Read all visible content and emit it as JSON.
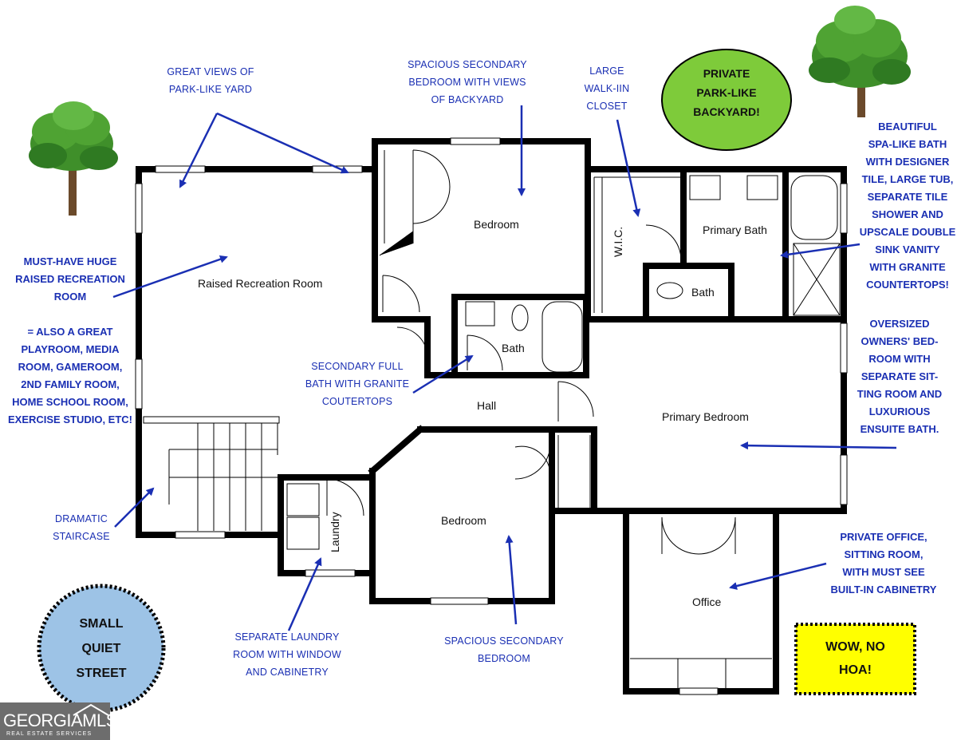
{
  "rooms": {
    "recreation": "Raised Recreation Room",
    "bedroom_top": "Bedroom",
    "wic": "W.I.C.",
    "primary_bath": "Primary Bath",
    "small_bath": "Bath",
    "bath_secondary": "Bath",
    "hall": "Hall",
    "primary_bedroom": "Primary Bedroom",
    "bedroom_bottom": "Bedroom",
    "laundry": "Laundry",
    "office": "Office"
  },
  "annotations": {
    "great_views": "GREAT VIEWS OF\nPARK-LIKE YARD",
    "secondary_bedroom_top": "SPACIOUS SECONDARY\nBEDROOM WITH VIEWS\nOF BACKYARD",
    "walk_in_closet": "LARGE\nWALK-IIN\nCLOSET",
    "recreation_room": "MUST-HAVE HUGE\nRAISED RECREATION\nROOM",
    "also_great": "= ALSO A GREAT\nPLAYROOM, MEDIA\nROOM, GAMEROOM,\n2ND FAMILY ROOM,\nHOME SCHOOL ROOM,\nEXERCISE STUDIO, ETC!",
    "secondary_bath": "SECONDARY FULL\nBATH WITH GRANITE\nCOUTERTOPS",
    "spa_bath": "BEAUTIFUL\nSPA-LIKE BATH\nWITH DESIGNER\nTILE, LARGE TUB,\nSEPARATE TILE\nSHOWER AND\nUPSCALE DOUBLE\nSINK VANITY\nWITH GRANITE\nCOUNTERTOPS!",
    "owners_bedroom": "OVERSIZED\nOWNERS' BED-\nROOM WITH\nSEPARATE SIT-\nTING ROOM AND\nLUXURIOUS\nENSUITE BATH.",
    "staircase": "DRAMATIC\nSTAIRCASE",
    "laundry_room": "SEPARATE LAUNDRY\nROOM WITH WINDOW\nAND CABINETRY",
    "secondary_bedroom_bottom": "SPACIOUS SECONDARY\nBEDROOM",
    "office": "PRIVATE OFFICE,\nSITTING ROOM,\nWITH MUST SEE\nBUILT-IN CABINETRY"
  },
  "badges": {
    "backyard": "PRIVATE\nPARK-LIKE\nBACKYARD!",
    "street": "SMALL\nQUIET\nSTREET",
    "no_hoa": "WOW, NO\nHOA!"
  },
  "logo": {
    "name": "GEORGIAMLS",
    "subtitle": "REAL ESTATE SERVICES"
  },
  "colors": {
    "annotation": "#1a2fb3",
    "wall": "#000000",
    "backyard_badge": "#7ecb3a",
    "street_badge": "#9dc3e6",
    "hoa_badge": "#ffff00",
    "tree_foliage": "#3f8f2a",
    "tree_trunk": "#6b4a2b"
  }
}
